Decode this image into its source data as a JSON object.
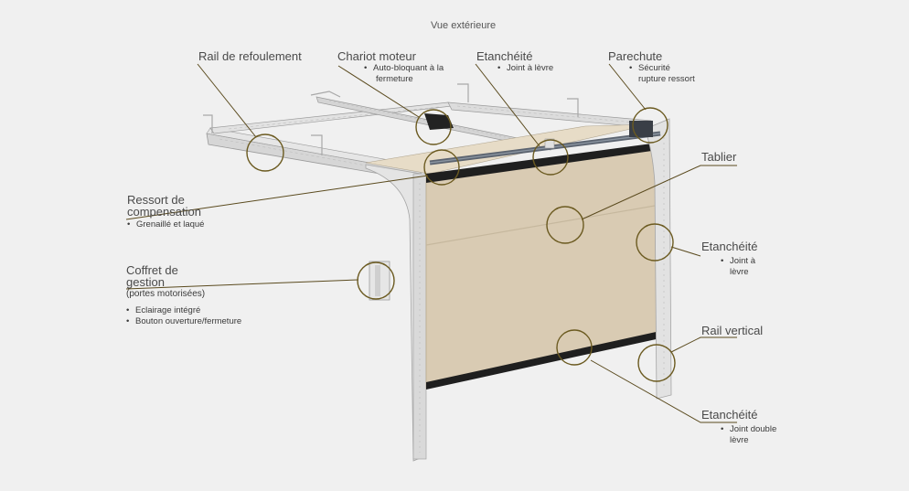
{
  "view_title": "Vue extérieure",
  "colors": {
    "background": "#f0f0f0",
    "leader": "#5a4a1e",
    "circle": "#6b5a20",
    "rail": "#d8d8d8",
    "panel": "#d9cbb3",
    "seal": "#222222"
  },
  "labels": {
    "rail_refoulement": {
      "title": "Rail de refoulement"
    },
    "chariot_moteur": {
      "title": "Chariot moteur",
      "line1": "Auto-bloquant à la",
      "line2": "fermeture"
    },
    "etancheite_top": {
      "title": "Etanchéité",
      "line1": "Joint à lèvre"
    },
    "parechute": {
      "title": "Parechute",
      "line1": "Sécurité",
      "line2": "rupture ressort"
    },
    "tablier": {
      "title": "Tablier"
    },
    "ressort": {
      "title1": "Ressort de",
      "title2": "compensation",
      "line1": "Grenaillé et laqué"
    },
    "etancheite_side": {
      "title": "Etanchéité",
      "line1": "Joint à",
      "line2": "lèvre"
    },
    "coffret": {
      "title1": "Coffret de",
      "title2": "gestion",
      "note": "(portes motorisées)",
      "line1": "Eclairage intégré",
      "line2": "Bouton ouverture/fermeture"
    },
    "rail_vertical": {
      "title": "Rail vertical"
    },
    "etancheite_bottom": {
      "title": "Etanchéité",
      "line1": "Joint double",
      "line2": "lèvre"
    }
  },
  "bullet": "•"
}
